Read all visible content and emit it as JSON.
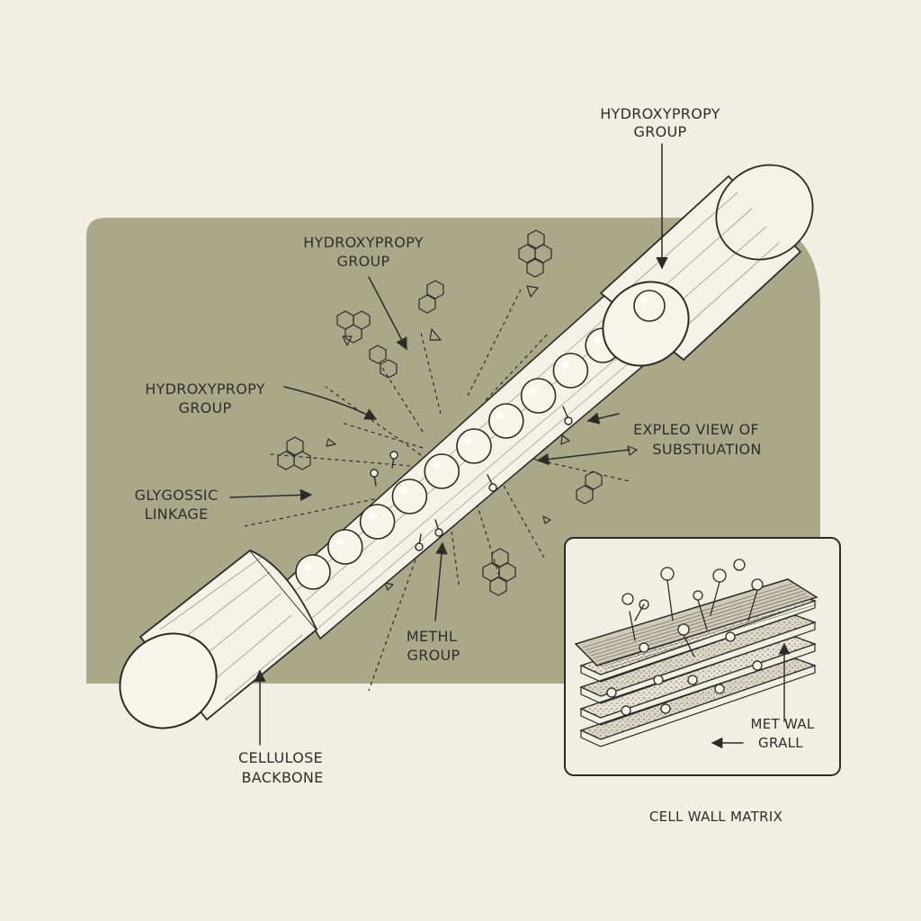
{
  "colors": {
    "paper": "#f1eee4",
    "panel": "#a9a98a",
    "ink": "#2b2b28",
    "tube": "#f4f1e6"
  },
  "labels": {
    "top_right_line1": "HYDROXYPROPY",
    "top_right_line2": "GROUP",
    "upper_mid_line1": "HYDROXYPROPY",
    "upper_mid_line2": "GROUP",
    "left_mid_line1": "HYDROXYPROPY",
    "left_mid_line2": "GROUP",
    "glyco_line1": "GLYGOSSIC",
    "glyco_line2": "LINKAGE",
    "exploded_line1": "EXPLEO VIEW OF",
    "exploded_line2": "SUBSTIUATION",
    "methyl_line1": "METHL",
    "methyl_line2": "GROUP",
    "backbone_line1": "CELLULOSE",
    "backbone_line2": "BACKBONE",
    "inset_line1": "MET WAL",
    "inset_line2": "GRALL",
    "inset_caption": "CELL WALL MATRIX"
  }
}
